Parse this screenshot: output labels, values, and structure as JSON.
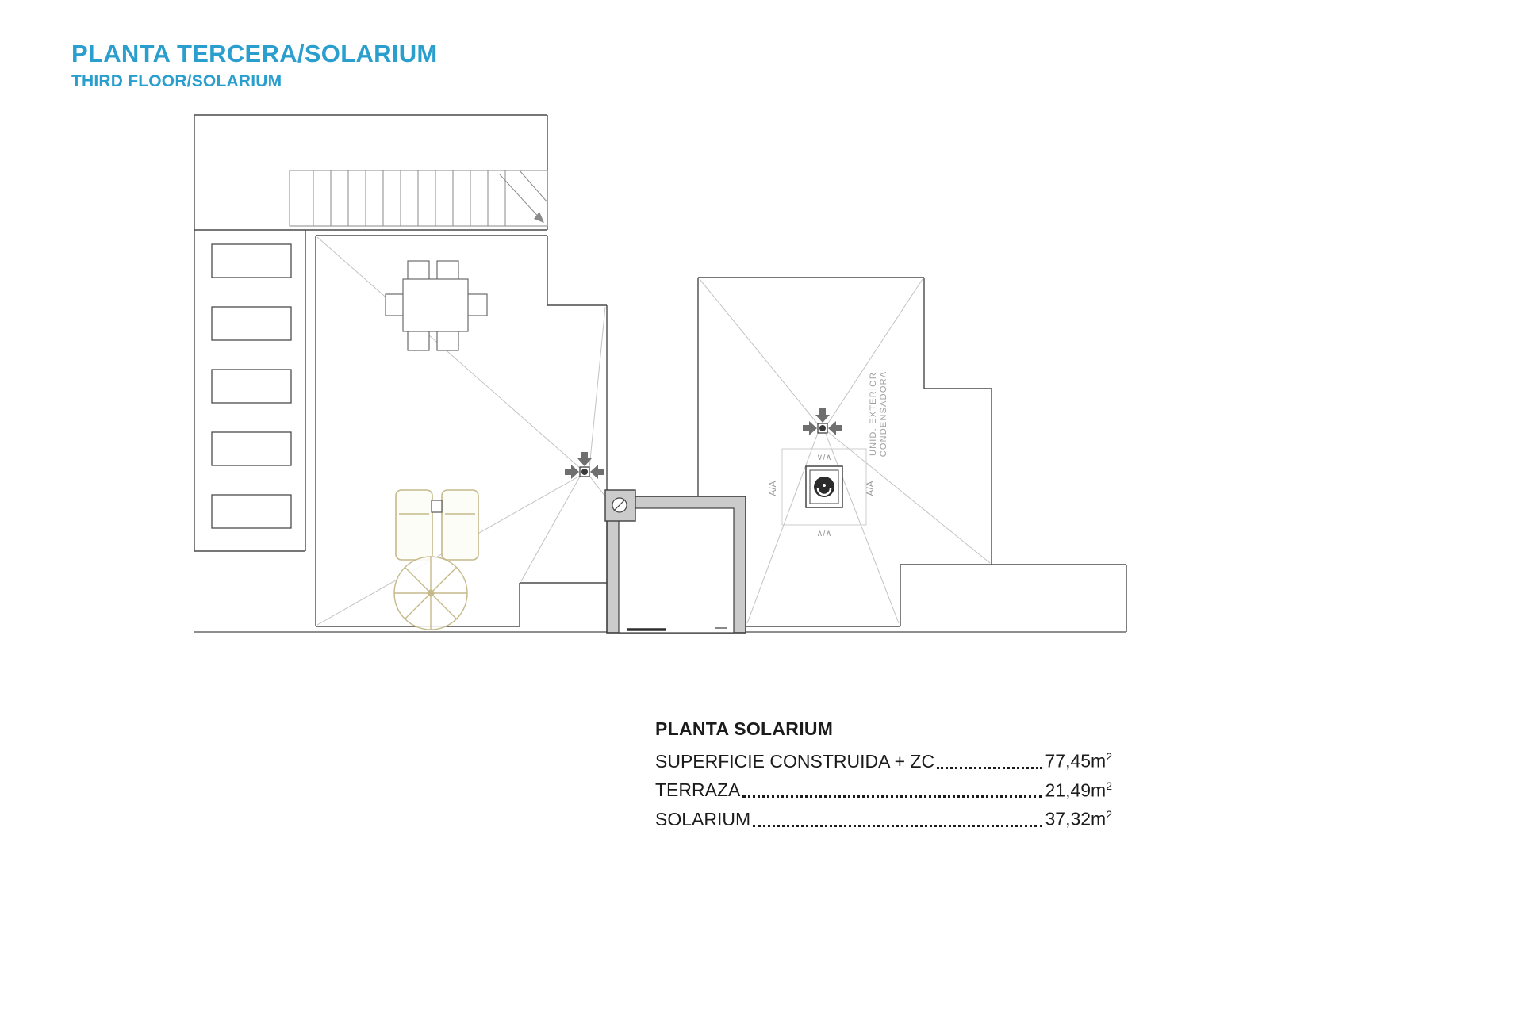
{
  "page": {
    "title": "PLANTA TERCERA/SOLARIUM",
    "subtitle": "THIRD FLOOR/SOLARIUM",
    "accent_color": "#2a9fce",
    "background_color": "#ffffff"
  },
  "plan": {
    "condenser_line1": "UNID. EXTERIOR",
    "condenser_line2": "CONDENSADORA",
    "ac_left": "A/A",
    "ac_right": "A/A",
    "ac_top": "∨/∧",
    "ac_bottom": "∧/∧"
  },
  "summary": {
    "heading": "PLANTA SOLARIUM",
    "rows": [
      {
        "label": "SUPERFICIE CONSTRUIDA + ZC",
        "value": "77,45m",
        "sup": "2"
      },
      {
        "label": "TERRAZA",
        "value": "21,49m",
        "sup": "2"
      },
      {
        "label": "SOLARIUM",
        "value": "37,32m",
        "sup": "2"
      }
    ]
  }
}
